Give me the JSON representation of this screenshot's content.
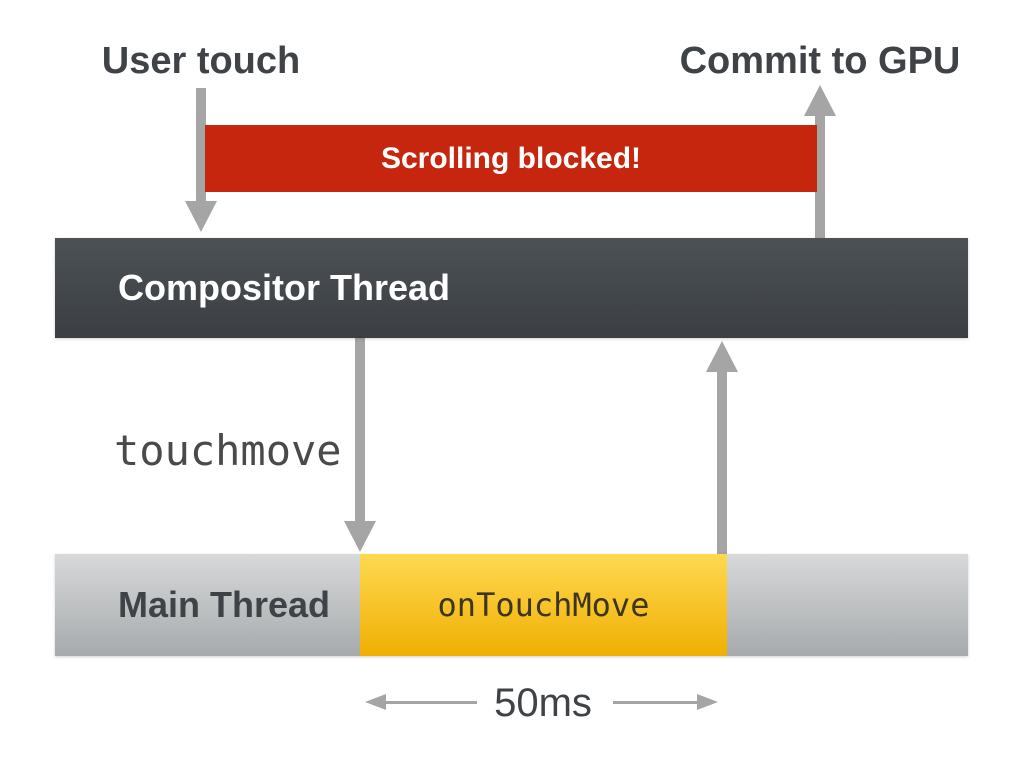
{
  "diagram": {
    "top": {
      "user_touch": "User touch",
      "commit_to_gpu": "Commit to GPU"
    },
    "blocked_banner": {
      "label": "Scrolling blocked!"
    },
    "compositor": {
      "label": "Compositor Thread"
    },
    "event": {
      "label": "touchmove"
    },
    "main_thread": {
      "label": "Main Thread",
      "handler": "onTouchMove"
    },
    "duration": {
      "label": "50ms"
    }
  },
  "colors": {
    "banner_red": "#c5260d",
    "compositor_top": "#4c5156",
    "compositor_bottom": "#3b3f43",
    "main_gray_top": "#d7d9da",
    "main_gray_bottom": "#a7aaac",
    "handler_yellow_top": "#fed951",
    "handler_yellow_bottom": "#f0af03",
    "handler_text": "#3e3520",
    "arrow_gray": "#a5a5a5",
    "text_dark": "#3f4347",
    "mono_text": "#4a4a4a"
  }
}
